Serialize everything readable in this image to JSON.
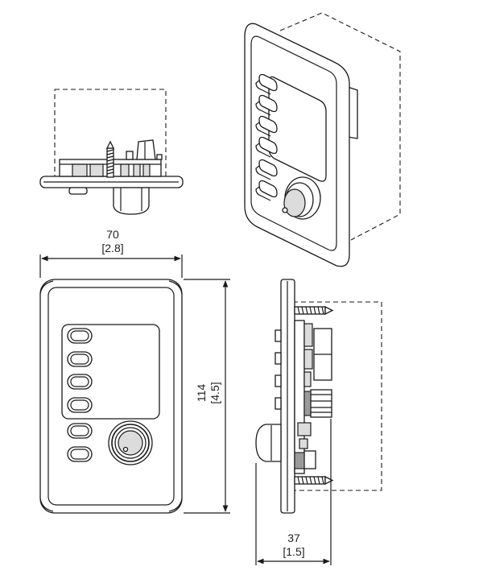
{
  "dimensions": {
    "width": {
      "mm": "70",
      "inch": "[2.8]"
    },
    "height": {
      "mm": "114",
      "inch": "[4.5]"
    },
    "depth": {
      "mm": "37",
      "inch": "[1.5]"
    }
  },
  "front_view": {
    "button_count": 6,
    "has_knob": true
  }
}
